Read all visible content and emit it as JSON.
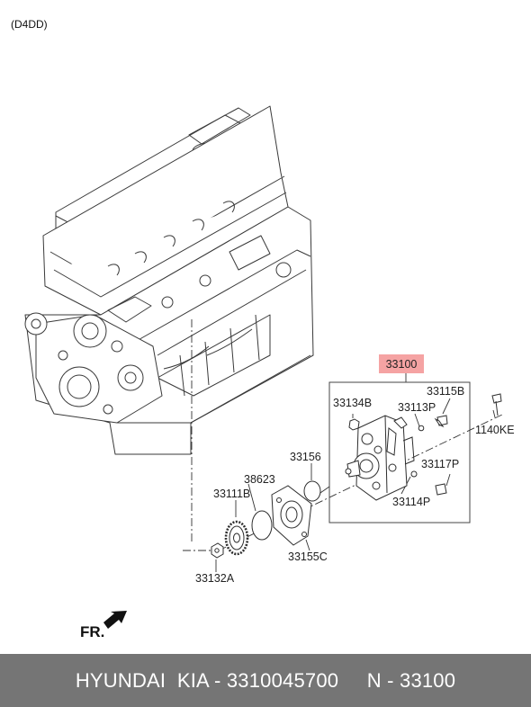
{
  "header": {
    "model_code": "(D4DD)"
  },
  "highlight_color": "#f5a3a3",
  "callouts": {
    "assembly": "33100",
    "c33115B": "33115B",
    "c33134B": "33134B",
    "c33113P": "33113P",
    "c1140KE": "1140KE",
    "c33156": "33156",
    "c33117P": "33117P",
    "c38623": "38623",
    "c33111B": "33111B",
    "c33114P": "33114P",
    "c33155C": "33155C",
    "c33132A": "33132A"
  },
  "direction_marker": "FR.",
  "footer": {
    "brand": "HYUNDAI  KIA - 3310045700",
    "ref": "N - 33100"
  }
}
